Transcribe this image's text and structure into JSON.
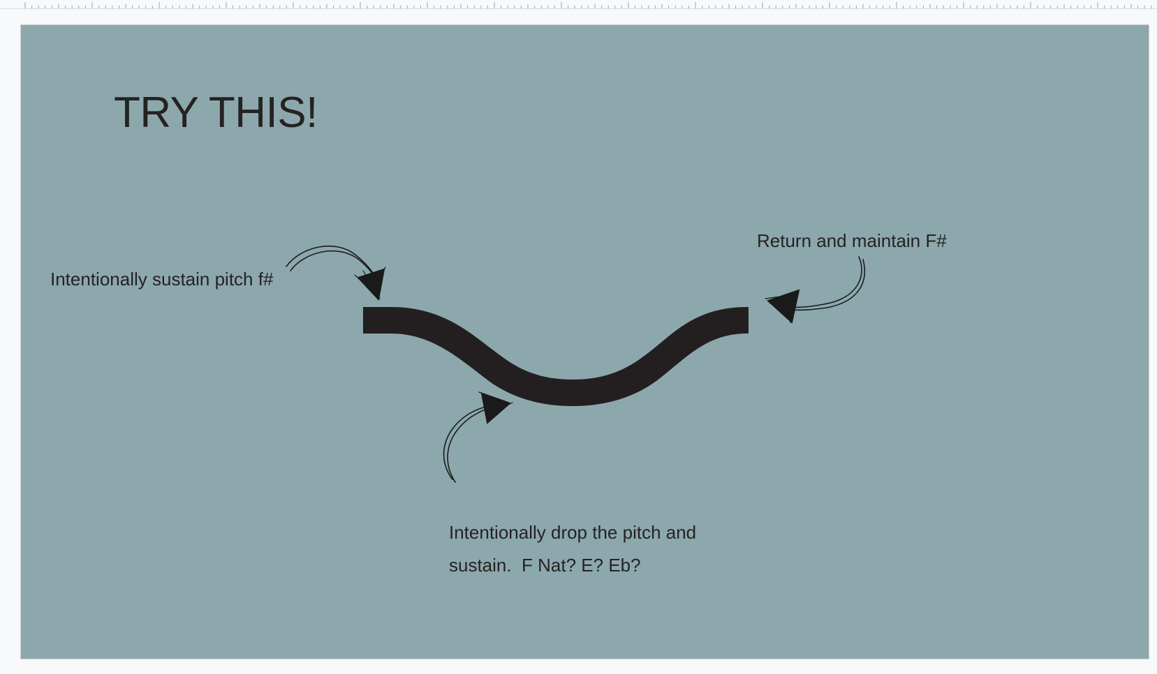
{
  "slide": {
    "background": "#8ca8ad",
    "text_color": "#262222",
    "title": "TRY THIS!",
    "annotations": {
      "sustain": "Intentionally sustain pitch f#",
      "return": "Return and maintain F#",
      "drop_line1": "Intentionally drop the pitch and",
      "drop_line2": "sustain.  F Nat? E? Eb?"
    },
    "icons": [
      "pitch-curve-shape",
      "arrow-icon"
    ]
  }
}
